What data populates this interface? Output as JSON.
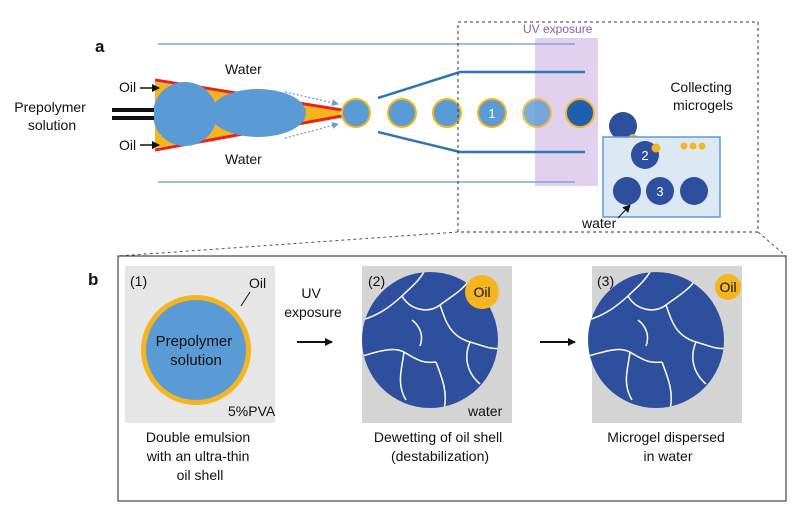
{
  "panel_a": {
    "label": "a",
    "uv_label": "UV exposure",
    "prepolymer_line1": "Prepolymer",
    "prepolymer_line2": "solution",
    "oil_top": "Oil",
    "oil_bottom": "Oil",
    "water_top": "Water",
    "water_bottom": "Water",
    "collecting_line1": "Collecting",
    "collecting_line2": "microgels",
    "water_label": "water",
    "marker1": "1",
    "marker2": "2",
    "marker3": "3"
  },
  "panel_b": {
    "label": "b",
    "step1": {
      "number": "(1)",
      "oil": "Oil",
      "core_line1": "Prepolymer",
      "core_line2": "solution",
      "medium": "5%PVA",
      "caption_line1": "Double emulsion",
      "caption_line2": "with an ultra-thin",
      "caption_line3": "oil shell"
    },
    "uv_line1": "UV",
    "uv_line2": "exposure",
    "step2": {
      "number": "(2)",
      "oil": "Oil",
      "medium": "water",
      "caption_line1": "Dewetting of oil shell",
      "caption_line2": "(destabilization)"
    },
    "step3": {
      "number": "(3)",
      "oil": "Oil",
      "caption_line1": "Microgel dispersed",
      "caption_line2": "in water"
    }
  },
  "colors": {
    "prepolymer_blue": "#5b9bd5",
    "microgel_navy": "#2e4f9e",
    "oil_yellow": "#f5b51e",
    "capillary_red": "#e8231b",
    "uv_purple": "#dcc9ec",
    "uv_text": "#8a5bc4",
    "channel_blue": "#2e75b6",
    "panel_gray": "#d9d9d9"
  }
}
